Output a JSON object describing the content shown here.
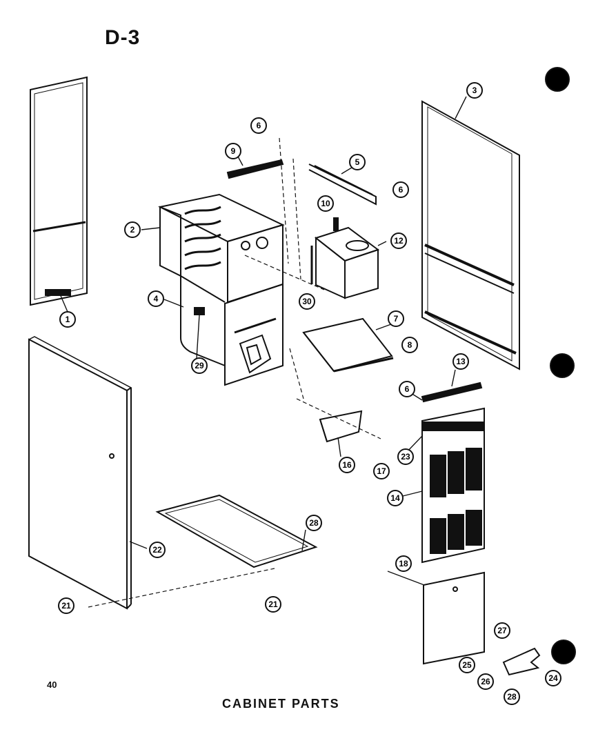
{
  "header": {
    "page_id": "D-3"
  },
  "footer": {
    "page_number": "40",
    "caption": "CABINET PARTS"
  },
  "callouts": [
    {
      "key": "c1",
      "label": "1"
    },
    {
      "key": "c2",
      "label": "2"
    },
    {
      "key": "c3",
      "label": "3"
    },
    {
      "key": "c4",
      "label": "4"
    },
    {
      "key": "c5",
      "label": "5"
    },
    {
      "key": "c6a",
      "label": "6"
    },
    {
      "key": "c6b",
      "label": "6"
    },
    {
      "key": "c6c",
      "label": "6"
    },
    {
      "key": "c7",
      "label": "7"
    },
    {
      "key": "c8",
      "label": "8"
    },
    {
      "key": "c9",
      "label": "9"
    },
    {
      "key": "c10",
      "label": "10"
    },
    {
      "key": "c12",
      "label": "12"
    },
    {
      "key": "c13",
      "label": "13"
    },
    {
      "key": "c14",
      "label": "14"
    },
    {
      "key": "c16",
      "label": "16"
    },
    {
      "key": "c17",
      "label": "17"
    },
    {
      "key": "c18",
      "label": "18"
    },
    {
      "key": "c21a",
      "label": "21"
    },
    {
      "key": "c21b",
      "label": "21"
    },
    {
      "key": "c22",
      "label": "22"
    },
    {
      "key": "c23",
      "label": "23"
    },
    {
      "key": "c24",
      "label": "24"
    },
    {
      "key": "c25",
      "label": "25"
    },
    {
      "key": "c26",
      "label": "26"
    },
    {
      "key": "c27",
      "label": "27"
    },
    {
      "key": "c28a",
      "label": "28"
    },
    {
      "key": "c28b",
      "label": "28"
    },
    {
      "key": "c29",
      "label": "29"
    },
    {
      "key": "c30",
      "label": "30"
    }
  ]
}
